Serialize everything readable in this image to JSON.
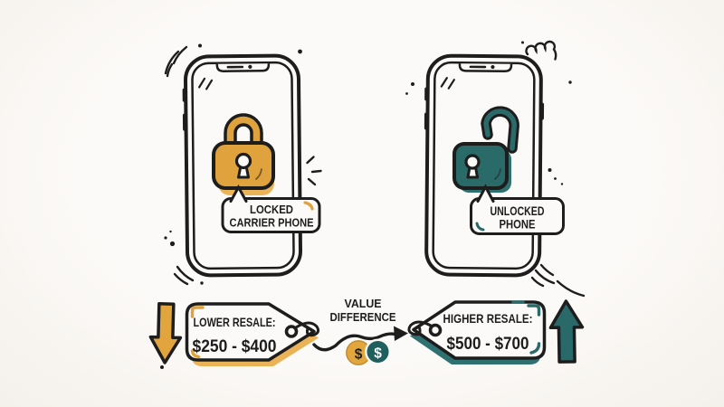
{
  "illustration": {
    "left_panel": {
      "phone_icon": "smartphone-outline",
      "lock_icon": "padlock-closed",
      "lock_color": "#DFA23C",
      "bubble_line1": "LOCKED",
      "bubble_line2": "CARRIER PHONE"
    },
    "right_panel": {
      "phone_icon": "smartphone-outline",
      "lock_icon": "padlock-open",
      "lock_color": "#2A6A69",
      "bubble_line1": "UNLOCKED",
      "bubble_line2": "PHONE"
    },
    "bottom": {
      "left_tag": {
        "title": "LOWER RESALE:",
        "range": "$250 - $400",
        "arrow_direction": "down",
        "accent_color": "#DFA23C"
      },
      "center": {
        "line1": "VALUE",
        "line2": "DIFFERENCE",
        "coin_left_symbol": "$",
        "coin_right_symbol": "$",
        "coin_left_color": "#E2A63E",
        "coin_right_color": "#1F605E",
        "arrow_icon": "wavy-right-arrow"
      },
      "right_tag": {
        "title": "HIGHER RESALE:",
        "range": "$500 - $700",
        "arrow_direction": "up",
        "accent_color": "#2A6A69"
      }
    },
    "colors": {
      "ink": "#1D1D1D",
      "background": "#FAF8F5",
      "gold": "#DFA23C",
      "teal": "#2A6A69"
    }
  }
}
